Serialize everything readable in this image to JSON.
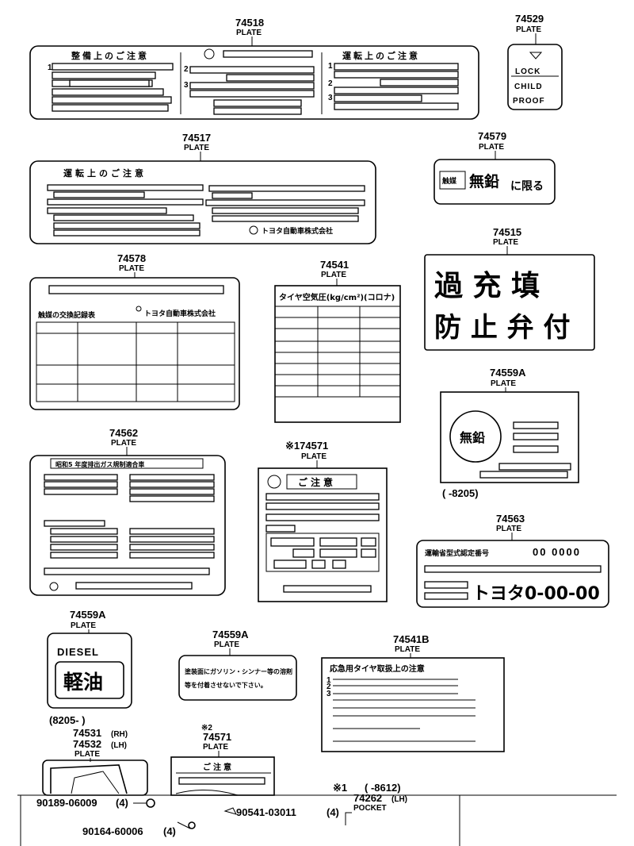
{
  "parts": {
    "p74518": {
      "number": "74518",
      "name": "PLATE",
      "head_left": "整備上のご注意",
      "head_right": "運転上のご注意"
    },
    "p74529": {
      "number": "74529",
      "name": "PLATE",
      "lock": "LOCK",
      "child": "CHILD",
      "proof": "PROOF"
    },
    "p74517": {
      "number": "74517",
      "name": "PLATE",
      "heading": "運転上のご注意",
      "maker": "トヨタ自動車株式会社"
    },
    "p74579": {
      "number": "74579",
      "name": "PLATE",
      "badge": "触媒",
      "text": "無鉛",
      "suffix": "に限る"
    },
    "p74515": {
      "number": "74515",
      "name": "PLATE",
      "line1": "過 充 填",
      "line2": "防 止 弁 付"
    },
    "p74578": {
      "number": "74578",
      "name": "PLATE",
      "record": "触媒の交換記録表",
      "maker": "トヨタ自動車株式会社"
    },
    "p74541": {
      "number": "74541",
      "name": "PLATE",
      "title": "タイヤ空気圧(kg/cm²)(コロナ)"
    },
    "p74559A_1": {
      "number": "74559A",
      "name": "PLATE",
      "circle": "無鉛",
      "range": "(      -8205)"
    },
    "p74562": {
      "number": "74562",
      "name": "PLATE",
      "heading": "昭和5 年度排出ガス規制適合車"
    },
    "p74571_1": {
      "number": "※174571",
      "name": "PLATE",
      "heading": "ご注意"
    },
    "p74563": {
      "number": "74563",
      "name": "PLATE",
      "label": "運輸省型式認定番号",
      "code": "00 0000",
      "model": "トヨタ0-00-00"
    },
    "p74559A_2": {
      "number": "74559A",
      "name": "PLATE",
      "en": "DIESEL",
      "jp": "軽油",
      "range": "(8205-          )"
    },
    "p74559A_3": {
      "number": "74559A",
      "name": "PLATE",
      "line1": "塗装面にガソリン・シンナー等の溶剤",
      "line2": "等を付着させないで下さい。"
    },
    "p74541B": {
      "number": "74541B",
      "name": "PLATE",
      "heading": "応急用タイヤ取扱上の注意"
    },
    "p74531": {
      "number": "74531",
      "suffix": "(RH)"
    },
    "p74532": {
      "number": "74532",
      "suffix": "(LH)",
      "name": "PLATE"
    },
    "p74571_2": {
      "number": "74571",
      "mark": "※2",
      "name": "PLATE",
      "heading": "ご注意"
    },
    "p74262": {
      "number": "74262",
      "suffix": "(LH)",
      "name": "POCKET"
    }
  },
  "fasteners": [
    {
      "number": "90189-06009",
      "qty": "(4)"
    },
    {
      "number": "90541-03011",
      "qty": "(4)"
    },
    {
      "number": "90164-60006",
      "qty": "(4)"
    }
  ],
  "note": {
    "mark": "※1",
    "range": "(      -8612)"
  },
  "row_numbers": [
    "1",
    "2",
    "3"
  ]
}
